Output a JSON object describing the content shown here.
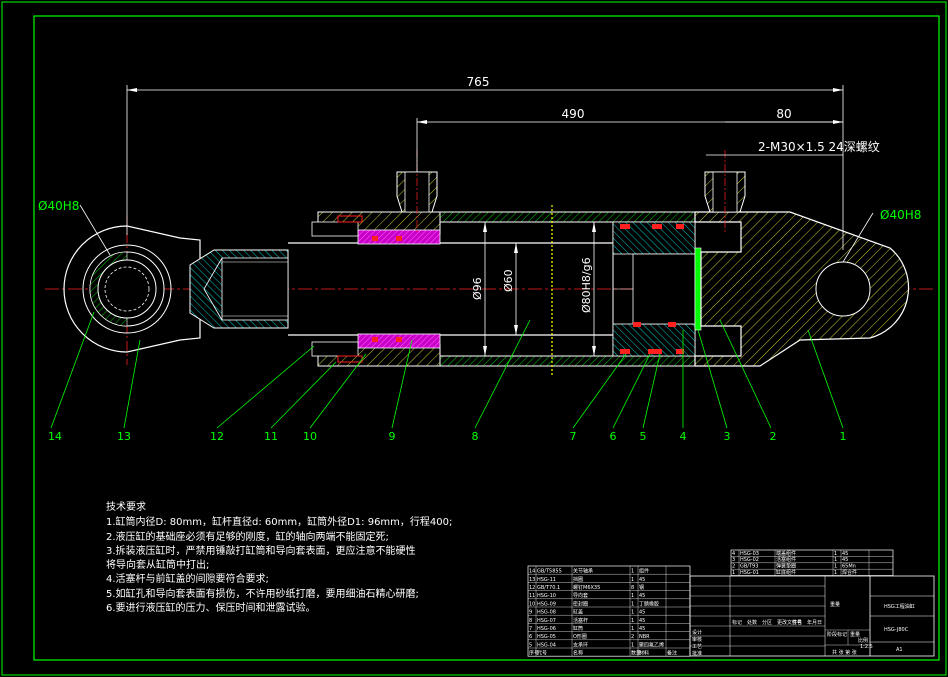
{
  "colors": {
    "background": "#000000",
    "frame": "#00ff00",
    "outline": "#ffffff",
    "dimension": "#ffffff",
    "hatch_body": "#c8c832",
    "hatch_cut": "#00c8c8",
    "seal": "#c800c8",
    "seal_red": "#ff2020",
    "centerline": "#ff2020"
  },
  "dimensions": {
    "overall": "765",
    "stroke_section": "490",
    "port_offset": "80",
    "port_thread": "2-M30×1.5 24深螺纹",
    "rod_eye_bore": "Ø40H8",
    "cap_eye_bore": "Ø40H8",
    "cylinder_od": "Ø96",
    "rod_dia": "Ø60",
    "bore_fit": "Ø80H8/g6"
  },
  "callouts": [
    "1",
    "2",
    "3",
    "4",
    "5",
    "6",
    "7",
    "8",
    "9",
    "10",
    "11",
    "12",
    "13",
    "14"
  ],
  "notes": {
    "title": "技术要求",
    "lines": [
      "1.缸筒内径D: 80mm，缸杆直径d: 60mm，缸筒外径D1: 96mm，行程400;",
      "2.液压缸的基础座必须有足够的刚度，缸的轴向两端不能固定死;",
      "3.拆装液压缸时，严禁用锤敲打缸筒和导向套表面，更应注意不能硬性",
      "将导向套从缸筒中打出;",
      "4.活塞杆与前缸盖的间隙要符合要求;",
      "5.如缸孔和导向套表面有损伤，不许用砂纸打磨，要用细油石精心研磨;",
      "6.要进行液压缸的压力、保压时间和泄露试验。"
    ]
  },
  "parts_upper": [
    [
      "4",
      "HSG-03",
      "端盖组件",
      "1",
      "45",
      ""
    ],
    [
      "3",
      "HSG-02",
      "活塞组件",
      "1",
      "45",
      ""
    ],
    [
      "2",
      "GB/T93",
      "弹簧垫圈",
      "1",
      "65Mn",
      ""
    ],
    [
      "1",
      "HSG-01",
      "缸底组件",
      "1",
      "焊合件",
      ""
    ]
  ],
  "parts_lower": [
    [
      "14",
      "GB/T5855",
      "关节轴承",
      "1",
      "组件",
      ""
    ],
    [
      "13",
      "HSG-11",
      "挡圈",
      "1",
      "45",
      ""
    ],
    [
      "12",
      "GB/T70.1",
      "螺钉M6X35",
      "8",
      "钢",
      ""
    ],
    [
      "11",
      "HSG-10",
      "导向套",
      "1",
      "45",
      ""
    ],
    [
      "10",
      "HSG-09",
      "密封圈",
      "1",
      "丁腈橡胶",
      ""
    ],
    [
      "9",
      "HSG-08",
      "缸盖",
      "1",
      "45",
      ""
    ],
    [
      "8",
      "HSG-07",
      "活塞杆",
      "1",
      "45",
      ""
    ],
    [
      "7",
      "HSG-06",
      "缸筒",
      "1",
      "45",
      ""
    ],
    [
      "6",
      "HSG-05",
      "O形圈",
      "2",
      "NBR",
      ""
    ],
    [
      "5",
      "HSG-04",
      "支承环",
      "1",
      "聚四氟乙烯",
      ""
    ]
  ],
  "parts_header": [
    "序号",
    "代号",
    "名称",
    "数量",
    "材料",
    "备注"
  ],
  "title_block": {
    "drawing_title": "HSG工程油缸",
    "drawing_no": "HSG-J80C",
    "sheet_size": "A1",
    "scale": "1:2.5",
    "row_labels": [
      "标记",
      "处数",
      "分区",
      "更改文件号",
      "签名",
      "年月日"
    ],
    "role_labels": [
      "设计",
      "审核",
      "工艺",
      "批准"
    ],
    "stage_label": "阶段标记",
    "weight_label": "重量",
    "scale_label": "比例",
    "sheet_label": "共 张 第 张"
  }
}
